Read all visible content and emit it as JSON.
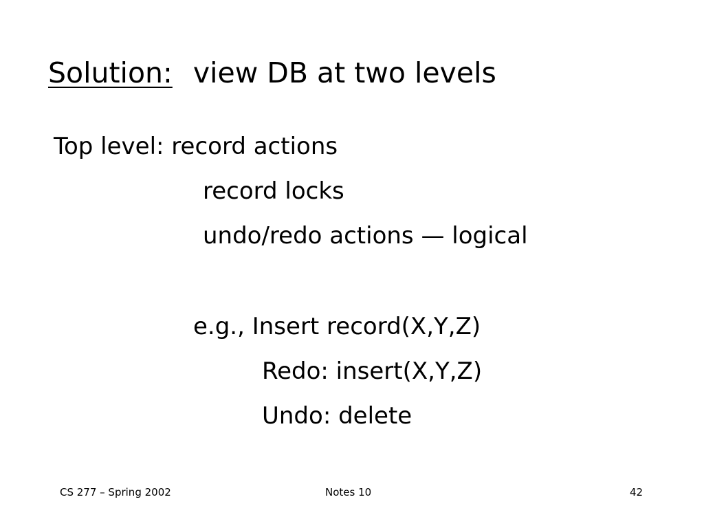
{
  "slide": {
    "title": {
      "label": "Solution:",
      "text": "view DB at two levels"
    },
    "body": {
      "line1": "Top level: record actions",
      "line2": "record locks",
      "line3": "undo/redo actions — logical",
      "line4": "e.g., Insert record(X,Y,Z)",
      "line5": "Redo: insert(X,Y,Z)",
      "line6": "Undo: delete"
    },
    "footer": {
      "left": "CS 277 – Spring 2002",
      "center": "Notes 10",
      "right": "42"
    }
  }
}
